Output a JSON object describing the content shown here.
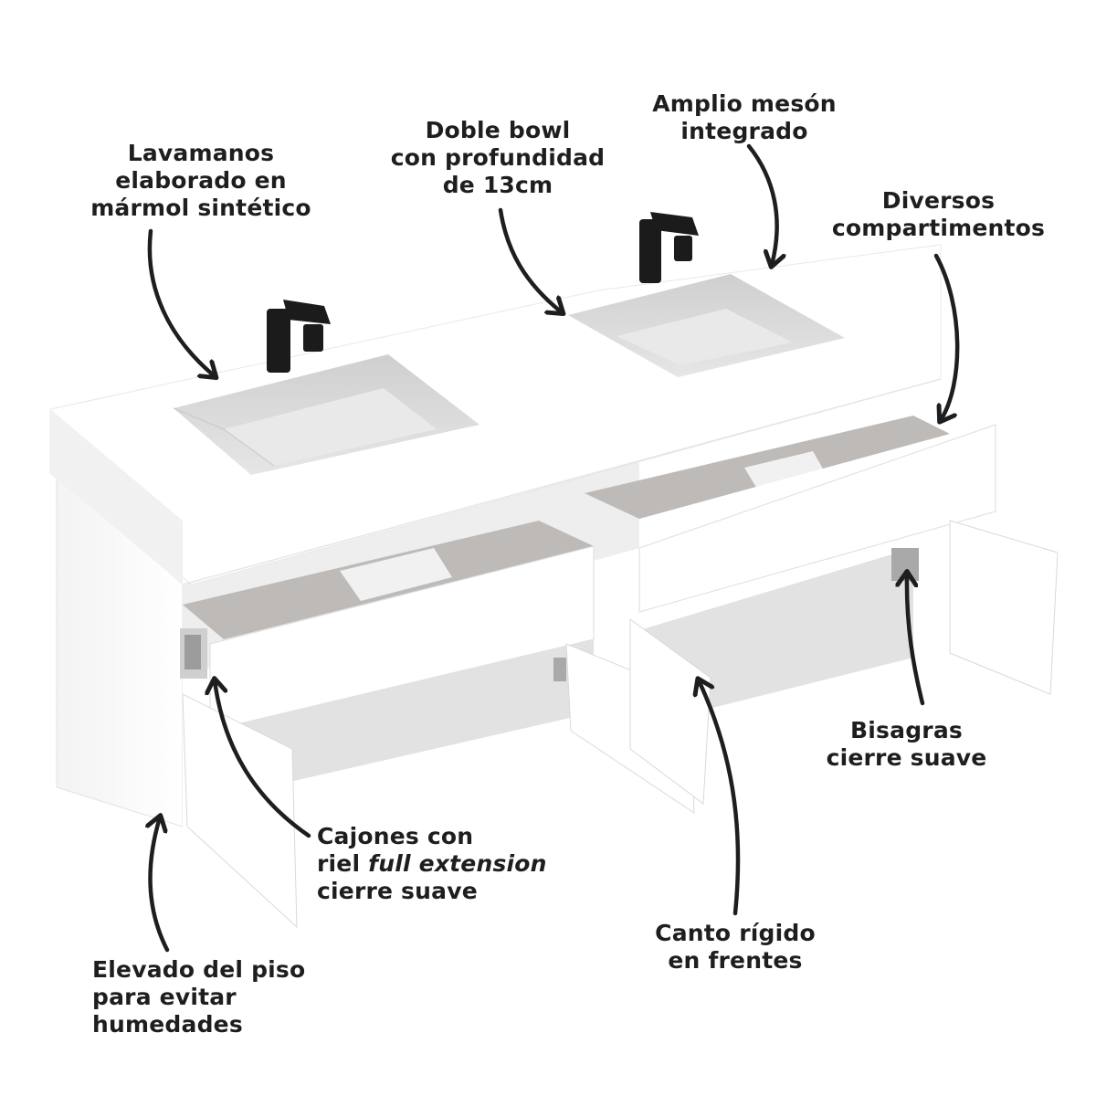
{
  "annotations": {
    "lavamanos": {
      "lines": [
        "Lavamanos",
        "elaborado en",
        "mármol sintético"
      ]
    },
    "doble_bowl": {
      "lines": [
        "Doble bowl",
        "con profundidad",
        "de 13cm"
      ]
    },
    "meson": {
      "lines": [
        "Amplio mesón",
        "integrado"
      ]
    },
    "compartimentos": {
      "lines": [
        "Diversos",
        "compartimentos"
      ]
    },
    "bisagras": {
      "lines": [
        "Bisagras",
        "cierre suave"
      ]
    },
    "cajones": {
      "line1": "Cajones con",
      "line2_prefix": "riel ",
      "line2_emphasis": "full extension",
      "line3": "cierre suave"
    },
    "canto": {
      "lines": [
        "Canto rígido",
        "en frentes"
      ]
    },
    "elevado": {
      "lines": [
        "Elevado del piso",
        "para evitar",
        "humedades"
      ]
    }
  },
  "colors": {
    "text": "#1e1e1e",
    "arrow": "#1e1e1e",
    "cabinet": "#f4f4f4",
    "countertop": "#ffffff",
    "basin": "#d8d8d8",
    "drawer_interior": "#b8b5b3",
    "faucet": "#1b1b1b"
  }
}
